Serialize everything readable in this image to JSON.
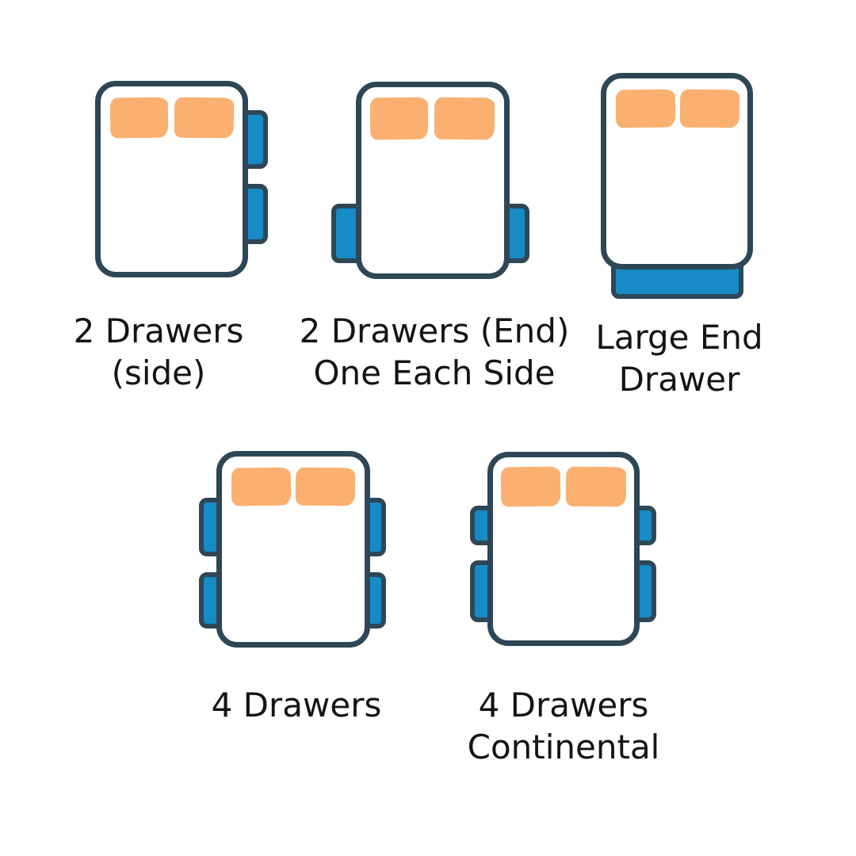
{
  "colors": {
    "background": "#FFFFFF",
    "bed_outline": "#2E4756",
    "bed_fill": "#FFFFFF",
    "drawer_fill": "#168BC6",
    "pillow_fill": "#F9B070",
    "label_text": "#141414"
  },
  "beds": [
    {
      "id": "2-drawers-side",
      "label_lines": [
        "2 Drawers",
        "(side)"
      ],
      "drawer_count": 2
    },
    {
      "id": "2-drawers-end-one-each-side",
      "label_lines": [
        "2 Drawers (End)",
        "One Each Side"
      ],
      "drawer_count": 2
    },
    {
      "id": "large-end-drawer",
      "label_lines": [
        "Large End",
        "Drawer"
      ],
      "drawer_count": 1
    },
    {
      "id": "4-drawers",
      "label_lines": [
        "4 Drawers"
      ],
      "drawer_count": 4
    },
    {
      "id": "4-drawers-continental",
      "label_lines": [
        "4 Drawers",
        "Continental"
      ],
      "drawer_count": 4
    }
  ]
}
